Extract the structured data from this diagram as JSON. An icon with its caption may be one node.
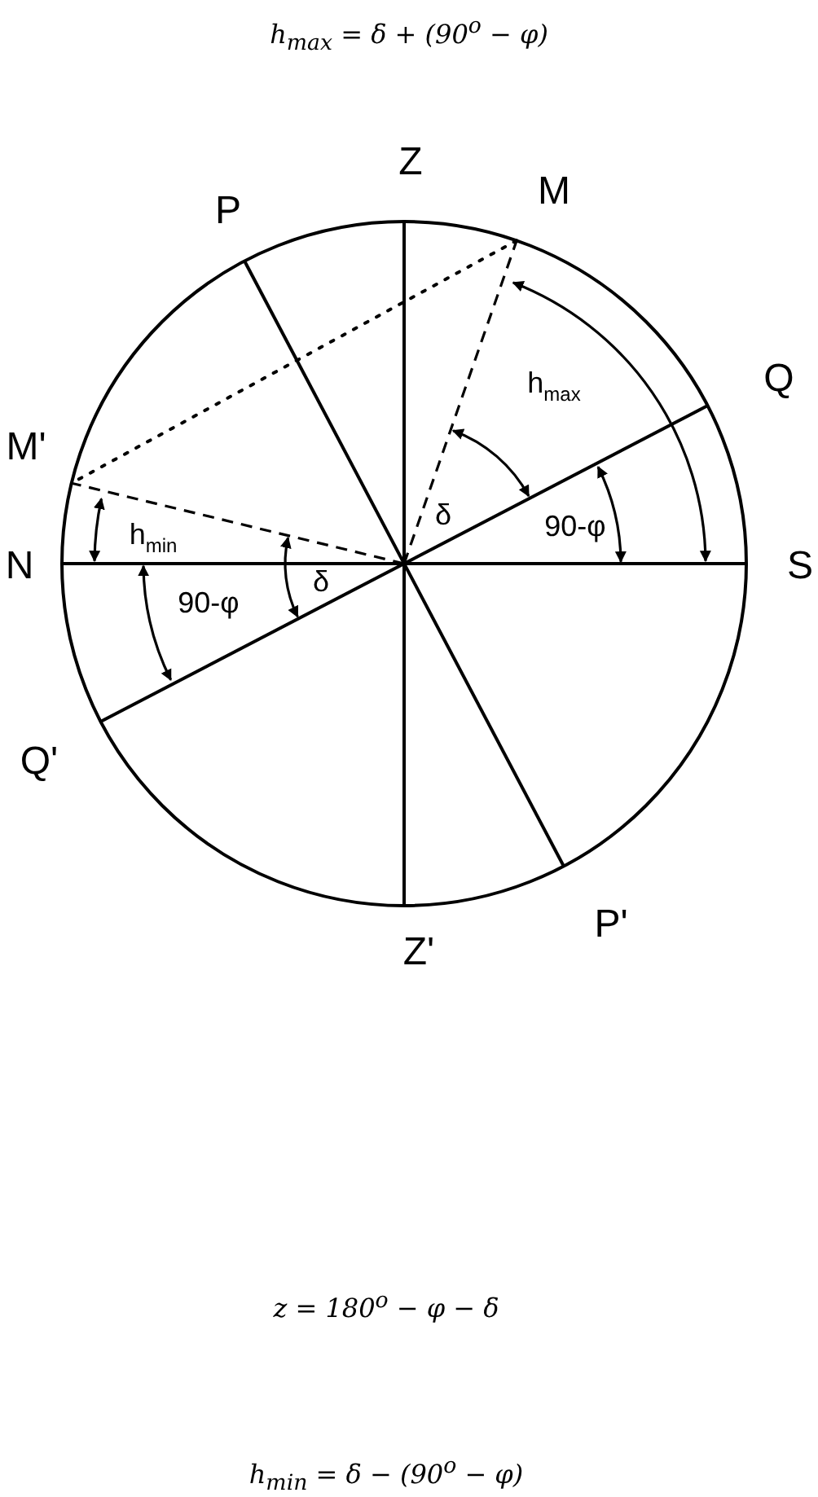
{
  "diagram": {
    "labels": [
      "h$_{max}$ = δ + (90$^{o}$ − φ)",
      "Z",
      "M",
      "P",
      "Q",
      "h$_{max}$",
      "M'",
      "δ",
      "90-φ",
      "h$_{min}$",
      "N",
      "S",
      "δ",
      "90-φ",
      "Q'",
      "P'",
      "Z'",
      "z = 180$^{o}$ − φ − δ",
      "h$_{min}$ = δ − (90$^{o}$ − φ)"
    ]
  }
}
